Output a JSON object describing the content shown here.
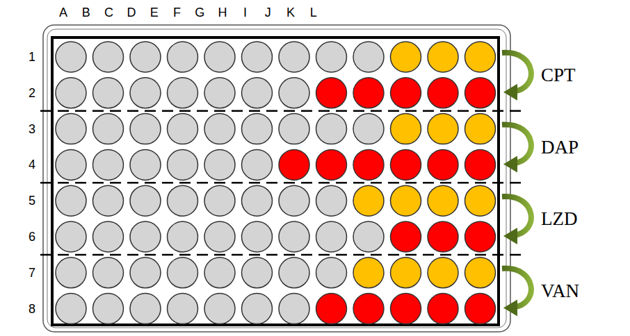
{
  "diagram": {
    "labels": [
      "A",
      "B",
      "C",
      "D",
      "E",
      "F",
      "G",
      "H",
      "I",
      "J",
      "K",
      "L",
      "1",
      "2",
      "3",
      "4",
      "5",
      "6",
      "7",
      "8",
      "CPT",
      "DAP",
      "LZD",
      "VAN"
    ]
  }
}
